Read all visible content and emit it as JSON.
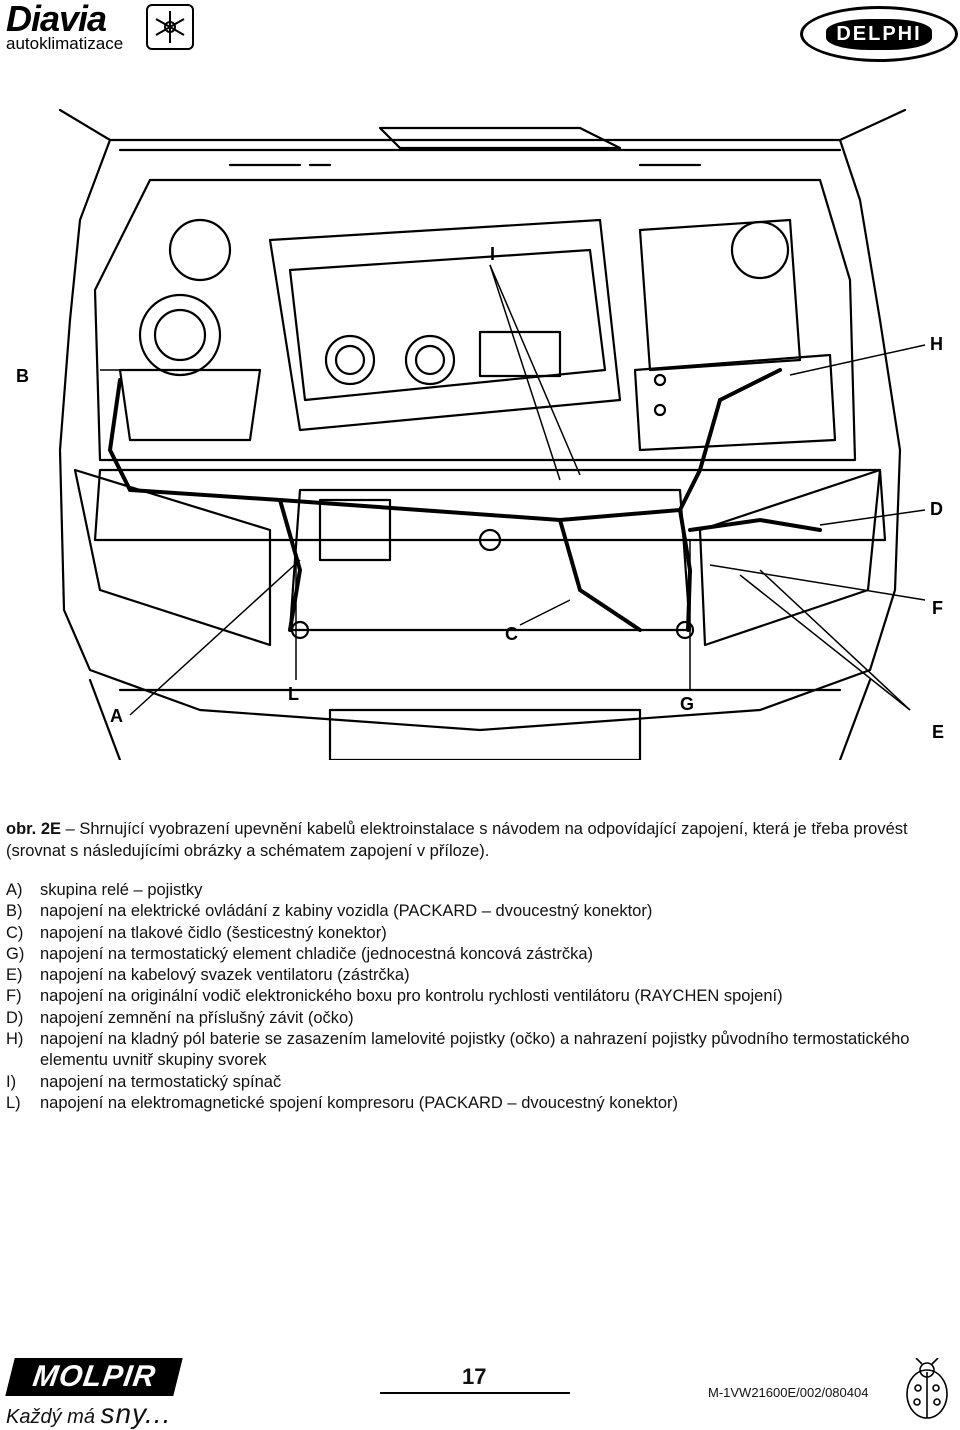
{
  "header": {
    "brand": "Diavia",
    "brand_sub": "autoklimatizace",
    "partner": "DELPHI"
  },
  "figure": {
    "labels": {
      "A": "A",
      "B": "B",
      "C": "C",
      "D": "D",
      "E": "E",
      "F": "F",
      "G": "G",
      "H": "H",
      "I": "I",
      "L": "L"
    }
  },
  "caption": {
    "lead": "obr. 2E",
    "text": " – Shrnující vyobrazení upevnění kabelů elektroinstalace s návodem na odpovídající zapojení, která je třeba provést (srovnat s následujícími obrázky a schématem zapojení v příloze)."
  },
  "legend": [
    {
      "key": "A)",
      "text": "skupina relé – pojistky"
    },
    {
      "key": "B)",
      "text": "napojení na elektrické ovládání z kabiny vozidla (PACKARD – dvoucestný konektor)"
    },
    {
      "key": "C)",
      "text": "napojení na tlakové čidlo (šesticestný konektor)"
    },
    {
      "key": "G)",
      "text": "napojení na termostatický element chladiče (jednocestná koncová zástrčka)"
    },
    {
      "key": "E)",
      "text": "napojení na kabelový svazek ventilatoru (zástrčka)"
    },
    {
      "key": "F)",
      "text": "napojení na originální vodič elektronického boxu pro kontrolu rychlosti ventilátoru (RAYCHEN spojení)"
    },
    {
      "key": "D)",
      "text": "napojení zemnění na příslušný závit (očko)"
    },
    {
      "key": "H)",
      "text": "napojení na kladný pól baterie se zasazením lamelovité pojistky (očko) a nahrazení pojistky původního termostatického elementu uvnitř skupiny svorek"
    },
    {
      "key": "I)",
      "text": "napojení na termostatický spínač"
    },
    {
      "key": "L)",
      "text": "napojení na elektromagnetické spojení kompresoru (PACKARD – dvoucestný konektor)"
    }
  ],
  "footer": {
    "logo": "MOLPIR",
    "slogan_a": "Každý",
    "slogan_b": "má",
    "slogan_c": "sny...",
    "page_number": "17",
    "doc_ref": "M-1VW21600E/002/080404"
  }
}
